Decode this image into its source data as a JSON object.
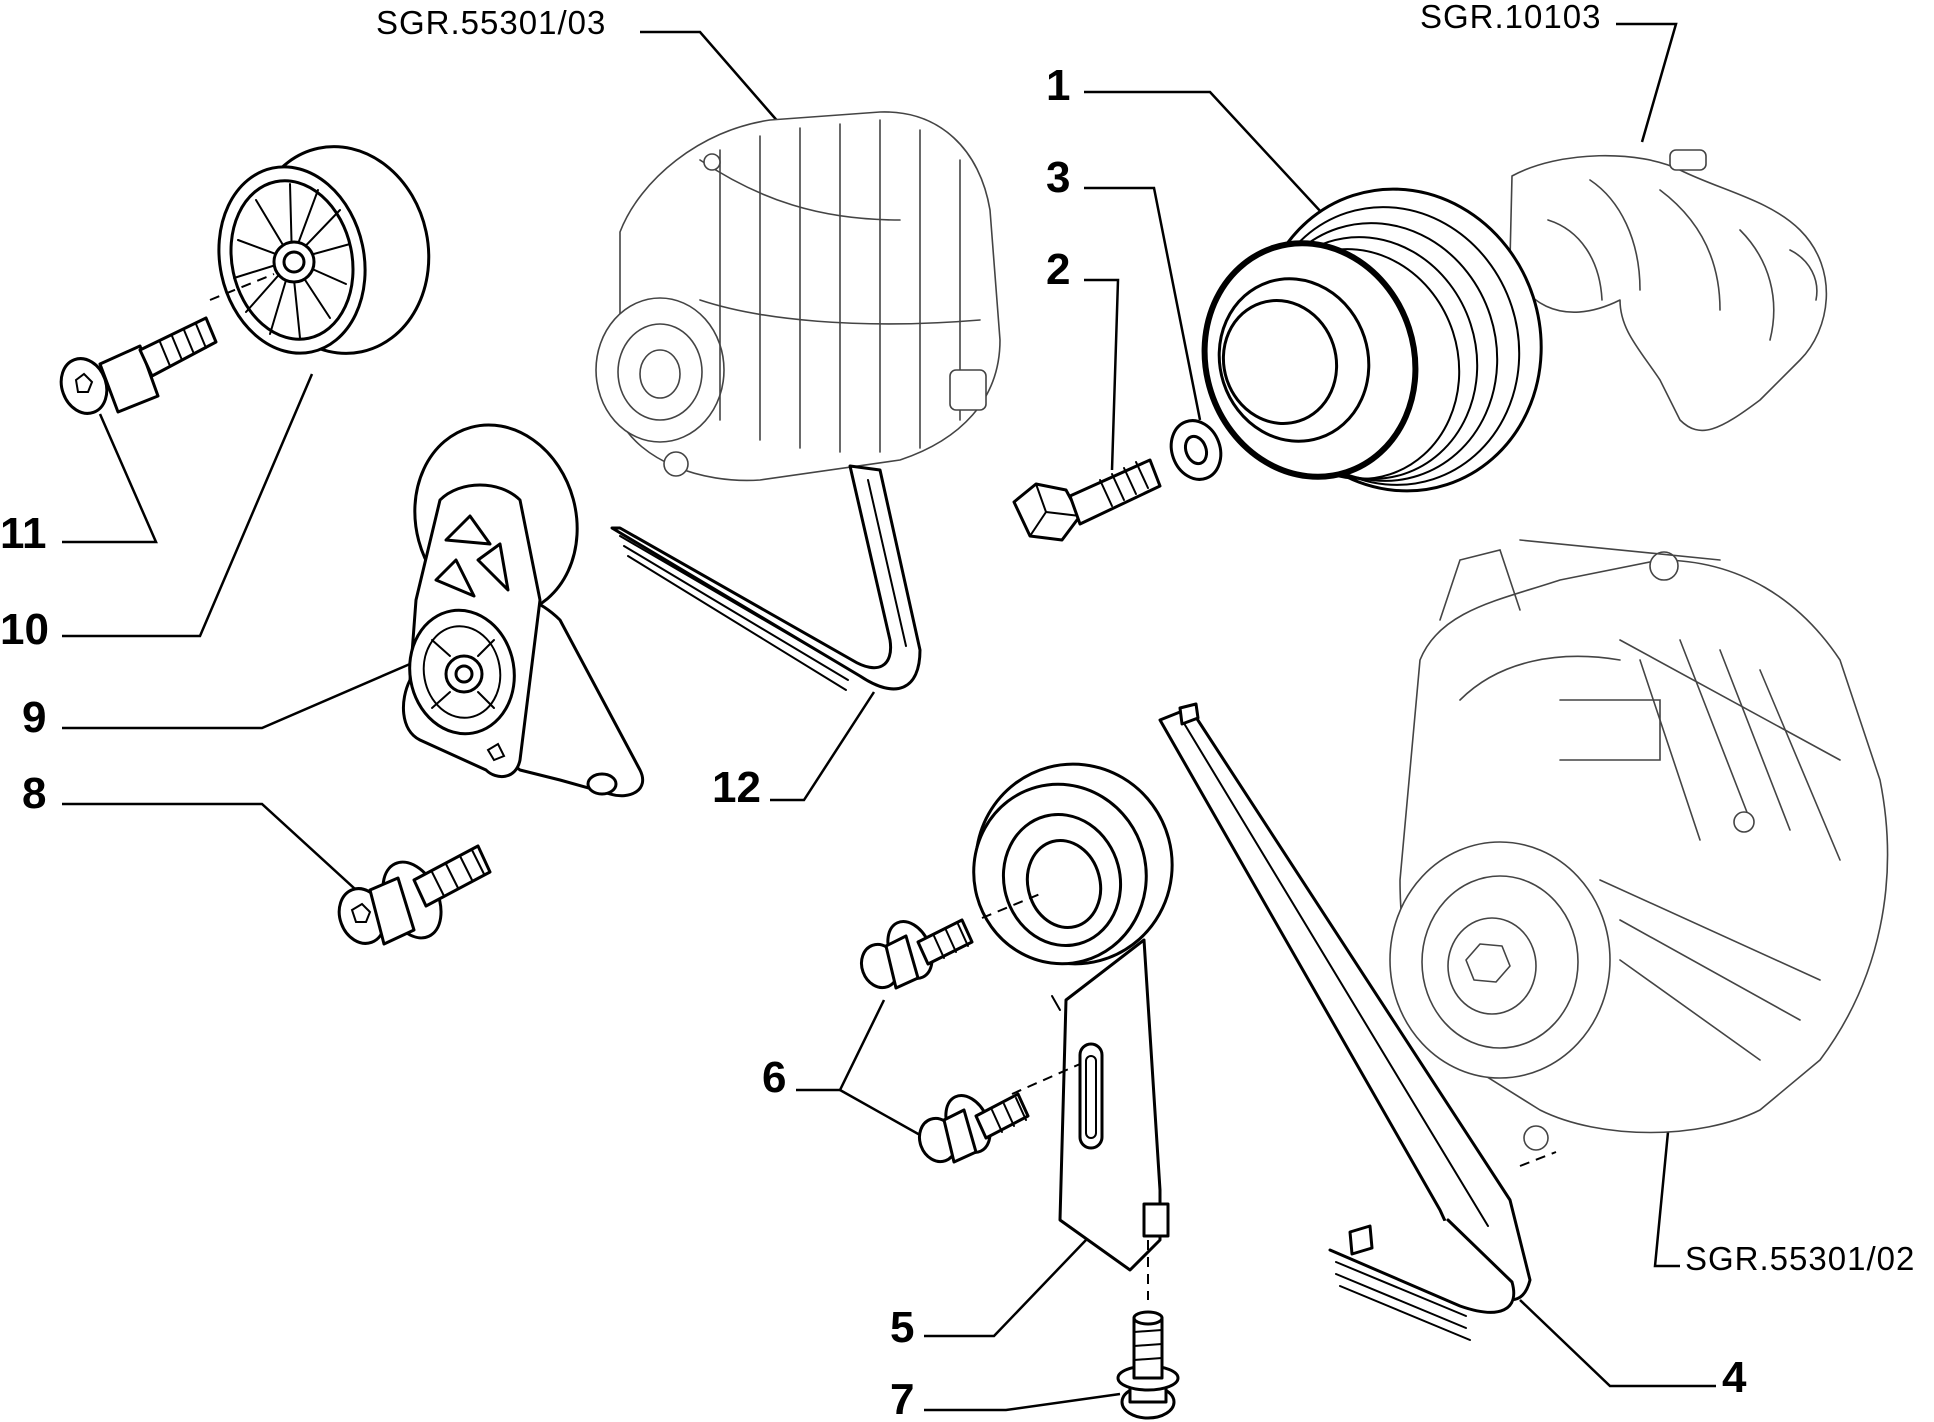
{
  "references": {
    "top_alternator": "SGR.55301/03",
    "engine_block": "SGR.10103",
    "bottom_alternator": "SGR.55301/02"
  },
  "callouts": [
    "1",
    "2",
    "3",
    "4",
    "5",
    "6",
    "7",
    "8",
    "9",
    "10",
    "11",
    "12"
  ],
  "colors": {
    "ink": "#000000",
    "paper": "#ffffff",
    "ghost": "#444444"
  }
}
